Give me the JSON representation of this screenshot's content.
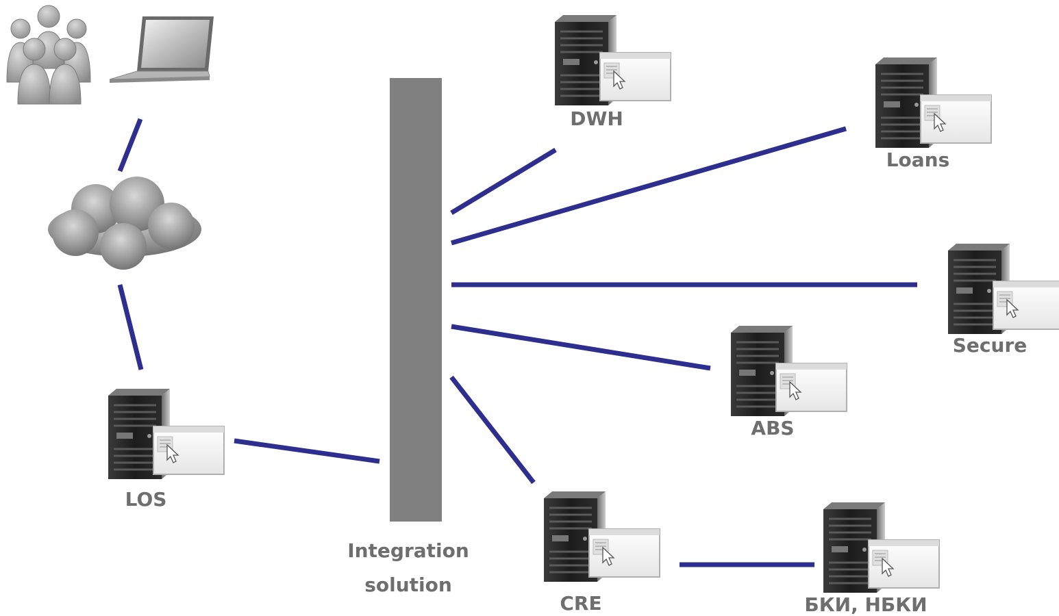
{
  "diagram": {
    "hub_label_line1": "Integration",
    "hub_label_line2": "solution",
    "nodes": {
      "dwh": "DWH",
      "loans": "Loans",
      "secure": "Secure",
      "abs": "ABS",
      "los": "LOS",
      "cre": "CRE",
      "bki": "БКИ, НБКИ"
    },
    "icons": [
      "users-icon",
      "laptop-icon",
      "cloud-icon",
      "server-icon"
    ],
    "colors": {
      "connector": "#2e2e8f",
      "hub": "#808080",
      "label": "#6e6e6e"
    }
  }
}
